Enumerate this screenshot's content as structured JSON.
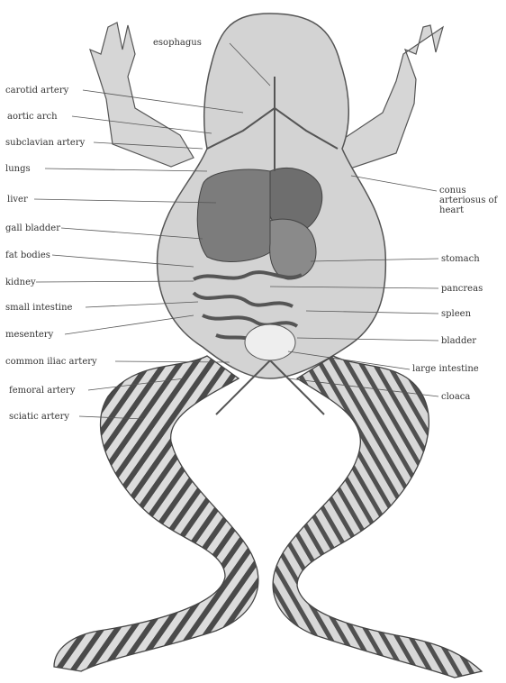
{
  "colors": {
    "background": "#ffffff",
    "body_fill": "#d3d3d3",
    "dark_organ": "#7c7c7c",
    "mid_organ": "#a9a9a9",
    "outline": "#555555",
    "stripe": "#4a4a4a",
    "leader": "#555555"
  },
  "labels_left": [
    {
      "id": "carotid-artery",
      "text": "carotid artery"
    },
    {
      "id": "aortic-arch",
      "text": "aortic arch"
    },
    {
      "id": "subclavian-artery",
      "text": "subclavian artery"
    },
    {
      "id": "lungs",
      "text": "lungs"
    },
    {
      "id": "liver",
      "text": "liver"
    },
    {
      "id": "gall-bladder",
      "text": "gall bladder"
    },
    {
      "id": "fat-bodies",
      "text": "fat bodies"
    },
    {
      "id": "kidney",
      "text": "kidney"
    },
    {
      "id": "small-intestine",
      "text": "small intestine"
    },
    {
      "id": "mesentery",
      "text": "mesentery"
    },
    {
      "id": "common-iliac-artery",
      "text": "common iliac artery"
    },
    {
      "id": "femoral-artery",
      "text": "femoral artery"
    },
    {
      "id": "sciatic-artery",
      "text": "sciatic artery"
    }
  ],
  "labels_top": [
    {
      "id": "esophagus",
      "text": "esophagus"
    }
  ],
  "labels_right": [
    {
      "id": "conus-arteriosus-heart",
      "line1": "conus",
      "line2": "arteriosus of",
      "line3": "heart"
    },
    {
      "id": "stomach",
      "text": "stomach"
    },
    {
      "id": "pancreas",
      "text": "pancreas"
    },
    {
      "id": "spleen",
      "text": "spleen"
    },
    {
      "id": "bladder",
      "text": "bladder"
    },
    {
      "id": "large-intestine",
      "text": "large intestine"
    },
    {
      "id": "cloaca",
      "text": "cloaca"
    }
  ]
}
